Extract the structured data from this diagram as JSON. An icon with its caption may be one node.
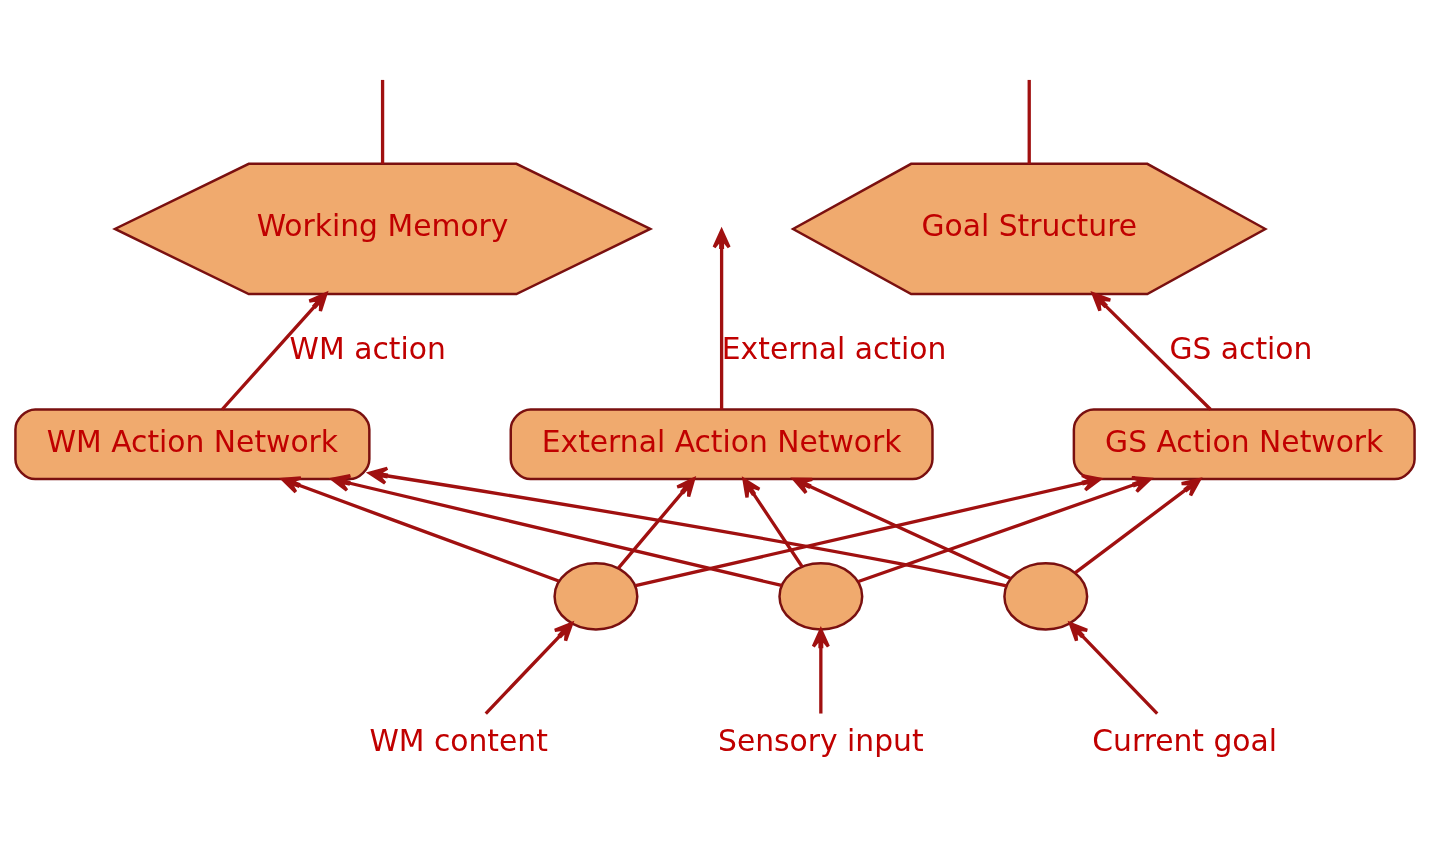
{
  "diagram": {
    "nodes": [
      {
        "text": [
          "Working Memory"
        ]
      },
      {
        "text": [
          "Goal Structure"
        ]
      },
      {
        "text": [
          "WM Action Network"
        ]
      },
      {
        "text": [
          "External Action Network"
        ]
      },
      {
        "text": [
          "GS Action Network"
        ]
      },
      {
        "text": [],
        "shape": "circle"
      },
      {
        "text": [],
        "shape": "circle"
      },
      {
        "text": [],
        "shape": "circle"
      },
      {
        "text": [
          "WM content"
        ]
      },
      {
        "text": [
          "Sensory input"
        ]
      },
      {
        "text": [
          "Current goal"
        ]
      }
    ],
    "edges": [
      {
        "from": 0,
        "to": null,
        "arrow": "none"
      },
      {
        "from": 1,
        "to": null,
        "arrow": "none"
      },
      {
        "from": 2,
        "to": 0,
        "arrow": "to",
        "label": "WM action"
      },
      {
        "from": 3,
        "to": null,
        "arrow": "to",
        "label": "External action"
      },
      {
        "from": 4,
        "to": 1,
        "arrow": "to",
        "label": "GS action"
      },
      {
        "from": 5,
        "to": 2,
        "arrow": "to"
      },
      {
        "from": 5,
        "to": 3,
        "arrow": "to"
      },
      {
        "from": 5,
        "to": 4,
        "arrow": "to"
      },
      {
        "from": 6,
        "to": 2,
        "arrow": "to"
      },
      {
        "from": 6,
        "to": 3,
        "arrow": "to"
      },
      {
        "from": 6,
        "to": 4,
        "arrow": "to"
      },
      {
        "from": 7,
        "to": 2,
        "arrow": "to"
      },
      {
        "from": 7,
        "to": 3,
        "arrow": "to"
      },
      {
        "from": 7,
        "to": 4,
        "arrow": "to"
      },
      {
        "from": 8,
        "to": 5,
        "arrow": "to"
      },
      {
        "from": 9,
        "to": 6,
        "arrow": "to"
      },
      {
        "from": 10,
        "to": 7,
        "arrow": "to"
      }
    ]
  }
}
